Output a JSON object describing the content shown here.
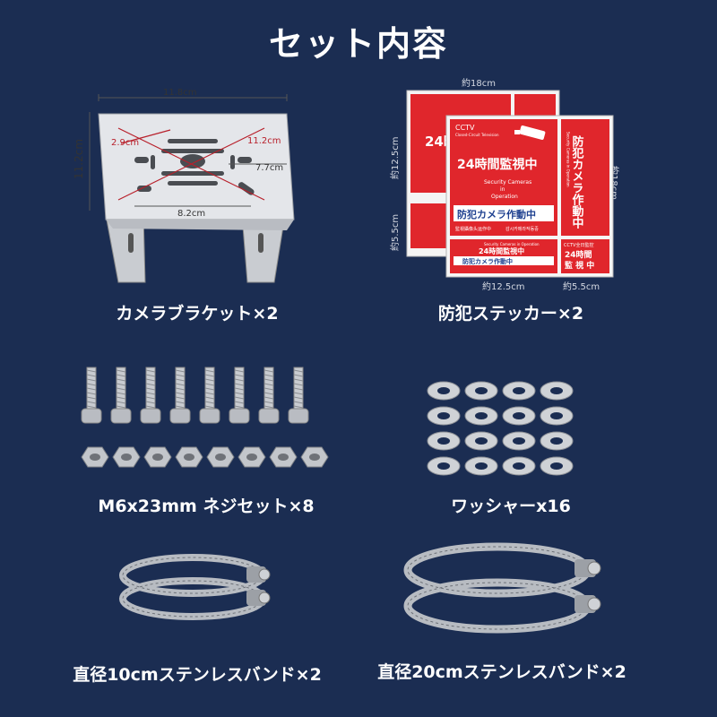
{
  "page_title": "セット内容",
  "colors": {
    "background": "#1b2d52",
    "sticker_red": "#e0262c",
    "text": "#ffffff"
  },
  "bracket": {
    "caption": "カメラブラケット×2",
    "dim_width": "11.8cm",
    "dim_height": "11.2cm",
    "dim_left": "2.9cm",
    "dim_diag": "11.2cm",
    "dim_mid": "7.7cm",
    "dim_bottom": "8.2cm"
  },
  "sticker": {
    "caption": "防犯ステッカー×2",
    "dim_top": "約18cm",
    "dim_left_top": "約12.5cm",
    "dim_left_bottom": "約5.5cm",
    "dim_right": "約18cm",
    "dim_bottom_left": "約12.5cm",
    "dim_bottom_right": "約5.5cm",
    "cctv": "CCTV",
    "cctv_sub": "Closed-Circuit Television",
    "headline": "24時間監視中",
    "sub_en_1": "Security Cameras",
    "sub_en_2": "in",
    "sub_en_3": "Operation",
    "jp_line": "防犯カメラ作動中",
    "tiny_left": "監視攝像头运作中",
    "tiny_right": "감시카메라작동중",
    "vertical": "防犯カメラ作動中",
    "vertical_en": "Security Cameras in Operation",
    "small_cctv": "CCTV全日監控",
    "small_24": "24時間",
    "small_watch": "監 視 中",
    "small_security": "Security Cameras in Operation",
    "small_headline": "24時間監視中",
    "small_jp": "防犯カメラ作動中"
  },
  "screws": {
    "caption": "M6x23mm ネジセット×8"
  },
  "washers": {
    "caption": "ワッシャーx16"
  },
  "band10": {
    "caption": "直径10cmステンレスバンド×2"
  },
  "band20": {
    "caption": "直径20cmステンレスバンド×2"
  }
}
